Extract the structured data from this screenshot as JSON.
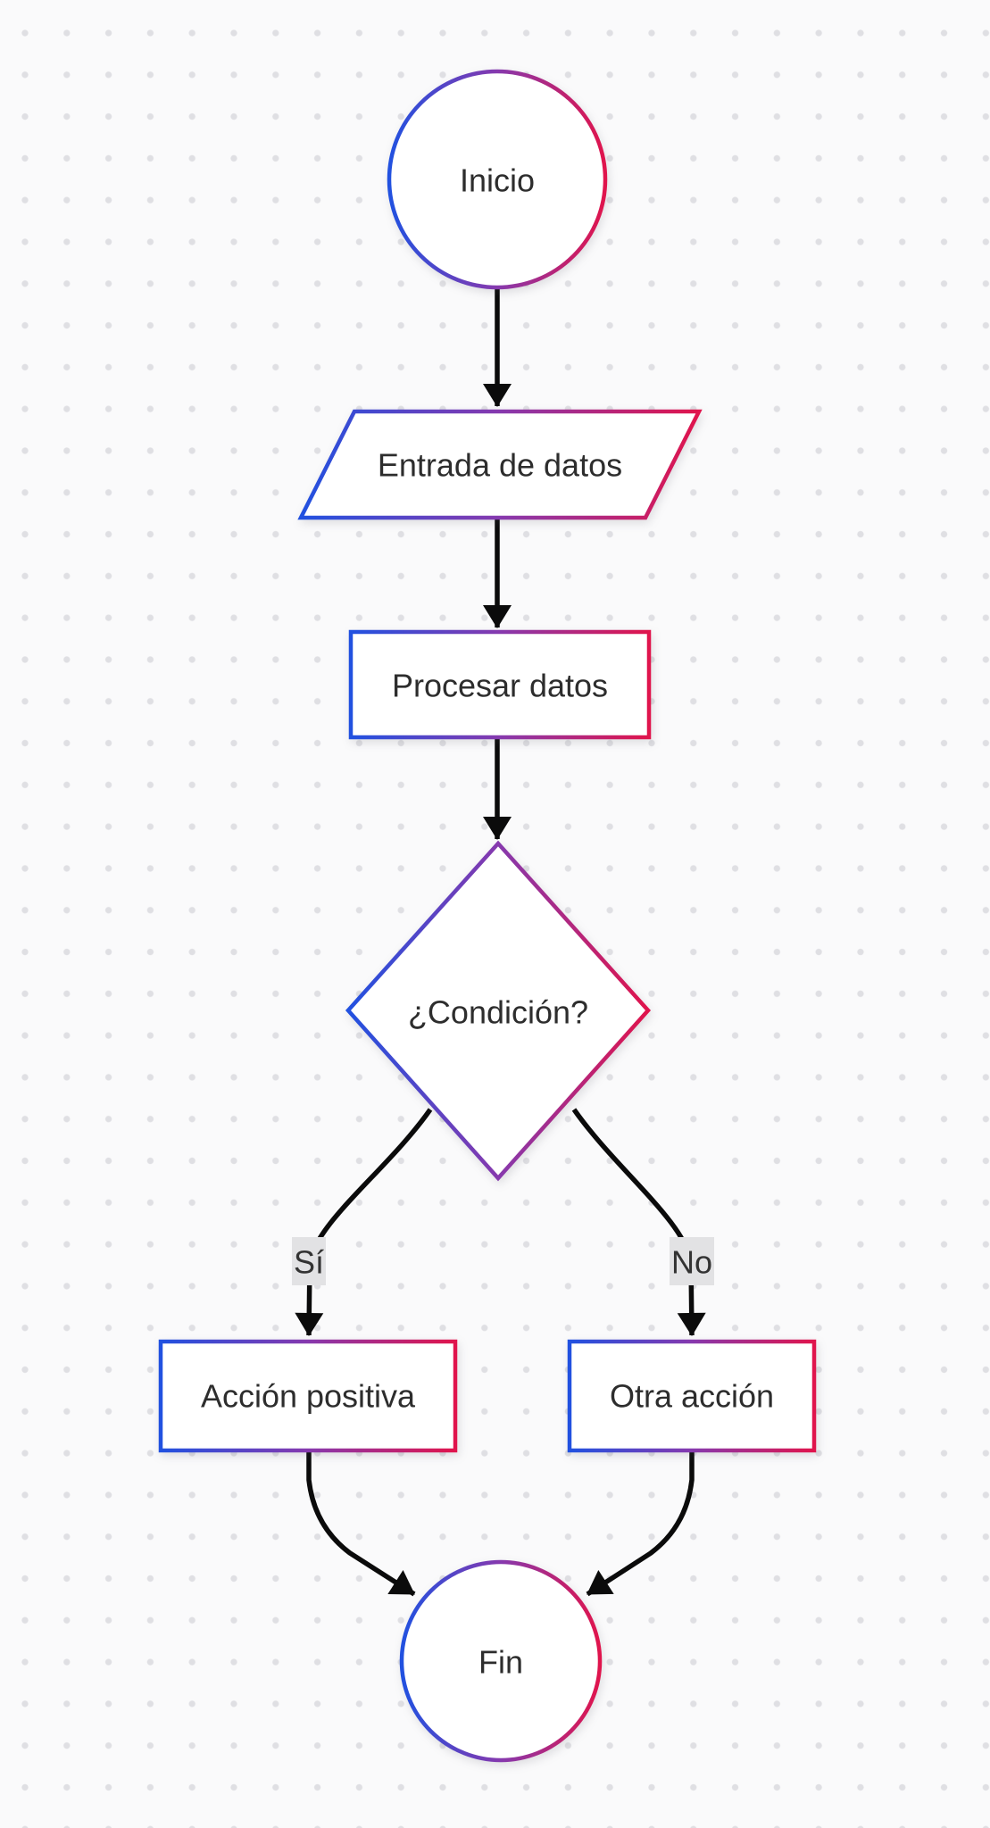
{
  "diagram": {
    "type": "flowchart",
    "direction": "top-down",
    "background_color": "#fafafb",
    "dot_grid_color": "#dfdfe3",
    "node_stroke_gradient": {
      "from": "#2151e0",
      "mid": "#8639ae",
      "to": "#e0144c"
    },
    "node_fill": "#ffffff",
    "edge_color": "#0b0b0b",
    "text_color": "#2d2d2d",
    "edge_label_background": "#e2e2e4",
    "nodes": {
      "inicio": {
        "label": "Inicio",
        "shape": "circle"
      },
      "entrada": {
        "label": "Entrada de datos",
        "shape": "parallelogram"
      },
      "procesar": {
        "label": "Procesar datos",
        "shape": "rectangle"
      },
      "condicion": {
        "label": "¿Condición?",
        "shape": "diamond"
      },
      "accion_positiva": {
        "label": "Acción positiva",
        "shape": "rectangle"
      },
      "otra_accion": {
        "label": "Otra acción",
        "shape": "rectangle"
      },
      "fin": {
        "label": "Fin",
        "shape": "circle"
      }
    },
    "edges": [
      {
        "from": "inicio",
        "to": "entrada",
        "label": ""
      },
      {
        "from": "entrada",
        "to": "procesar",
        "label": ""
      },
      {
        "from": "procesar",
        "to": "condicion",
        "label": ""
      },
      {
        "from": "condicion",
        "to": "accion_positiva",
        "label": "Sí"
      },
      {
        "from": "condicion",
        "to": "otra_accion",
        "label": "No"
      },
      {
        "from": "accion_positiva",
        "to": "fin",
        "label": ""
      },
      {
        "from": "otra_accion",
        "to": "fin",
        "label": ""
      }
    ]
  }
}
